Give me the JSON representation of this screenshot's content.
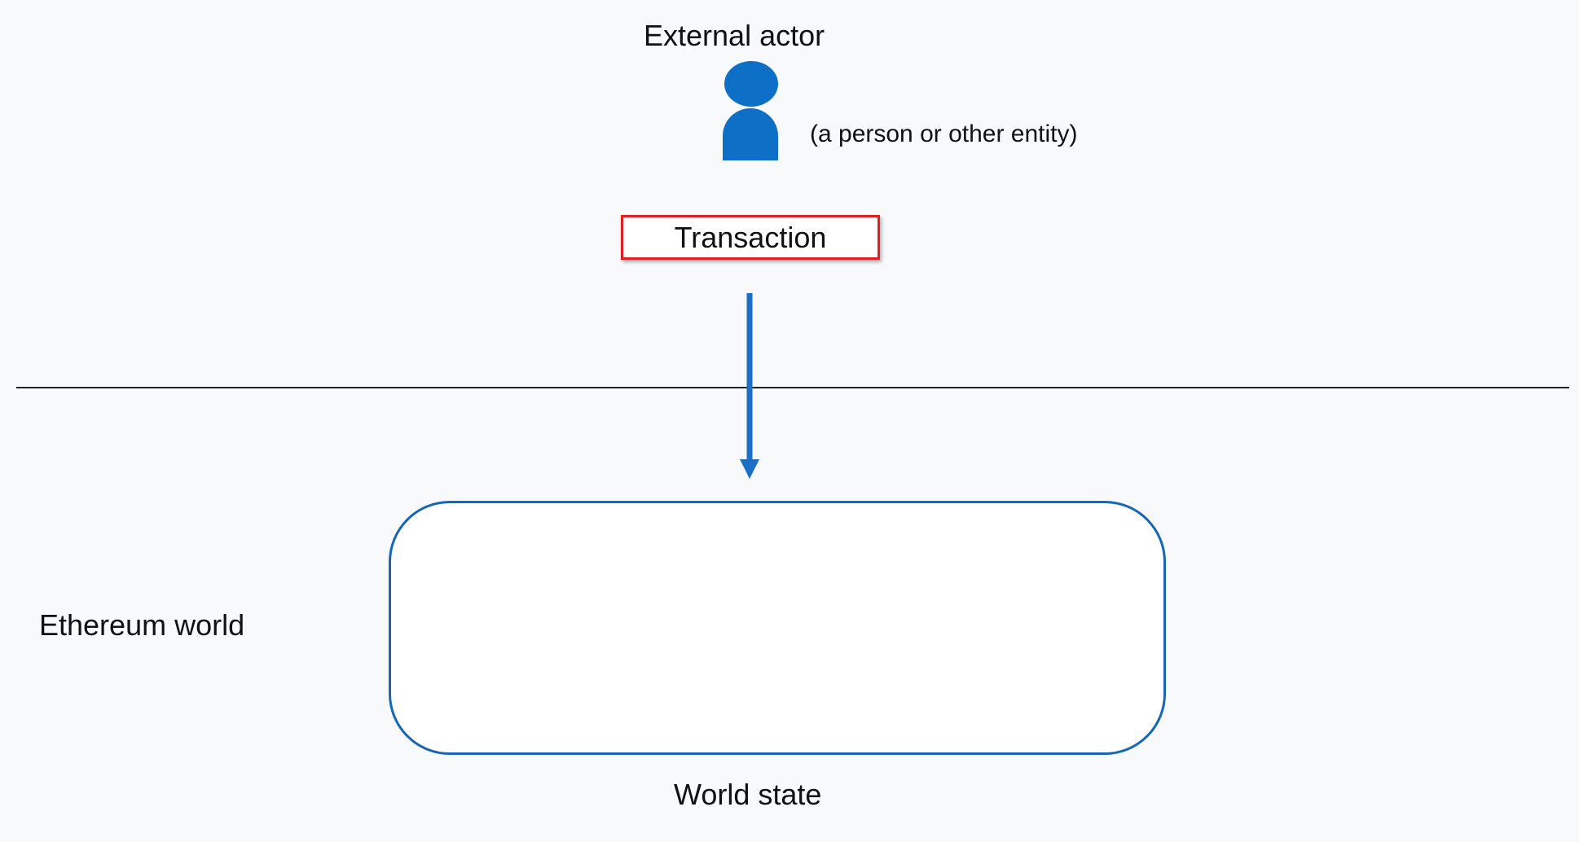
{
  "actor": {
    "title": "External actor",
    "note": "(a person or other entity)",
    "icon": "person-icon",
    "icon_color": "#0e6fc7"
  },
  "transaction": {
    "label": "Transaction",
    "border_color": "#e0201e"
  },
  "arrow": {
    "icon": "arrow-down-icon",
    "color": "#1a6fc2"
  },
  "world": {
    "label": "Ethereum world",
    "state_label": "World state",
    "state_border_color": "#1565b8"
  }
}
